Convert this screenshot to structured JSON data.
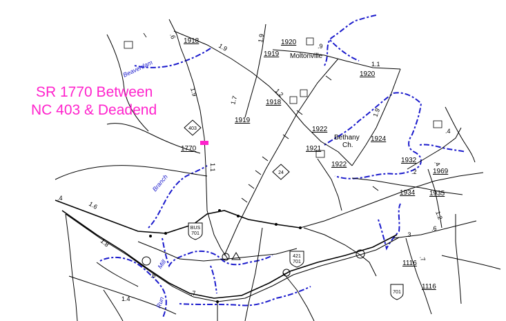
{
  "title": {
    "line1": "SR 1770 Between",
    "line2": "NC 403 & Deadend"
  },
  "colors": {
    "title": "#ff22cc",
    "highlight": "#ff22cc",
    "stream": "#1a1acc",
    "road": "#000000"
  },
  "places": {
    "moltonville": "Moltonville",
    "bethany_line1": "Bethany",
    "bethany_line2": "Ch."
  },
  "streams": {
    "beaverdam": "Beaverdam",
    "branch": "Branch",
    "mill": "Mill",
    "run": "Run"
  },
  "shields": {
    "nc403": "403",
    "nc24": "24",
    "bus_line1": "BUS",
    "bus_line2": "701",
    "us421_line1": "421",
    "us421_line2": "701",
    "us701": "701"
  },
  "route_labels": {
    "r1918a": "1918",
    "r1920a": "1920",
    "r1919": "1919",
    "r1920b": "1920",
    "r1918b": "1918",
    "r1919b": "1919",
    "r1922a": "1922",
    "r1924": "1924",
    "r1770": "1770",
    "r1921": "1921",
    "r1922b": "1922",
    "r1932": "1932",
    "r1969": "1969",
    "r1934": "1934",
    "r1935": "1935",
    "r1116a": "1116",
    "r1116b": "1116"
  },
  "distances": {
    "d1": ".6",
    "d2": "1.9",
    "d3": "1.9",
    "d4": ".9",
    "d5": "1.9",
    "d6": "1.1",
    "d7": "1.2",
    "d8": "1.7",
    "d9": "1.9",
    "d10": "1.1",
    "d11": ".4",
    "d12": "1.6",
    "d13": "1.8",
    "d14": ".2",
    "d15": ".4",
    "d16": "1.2",
    "d17": ".6",
    "d18": ".3",
    "d19": ".7",
    "d20": "1.4",
    "d21": ".6",
    "d22": ".4",
    "d23": ".7"
  }
}
